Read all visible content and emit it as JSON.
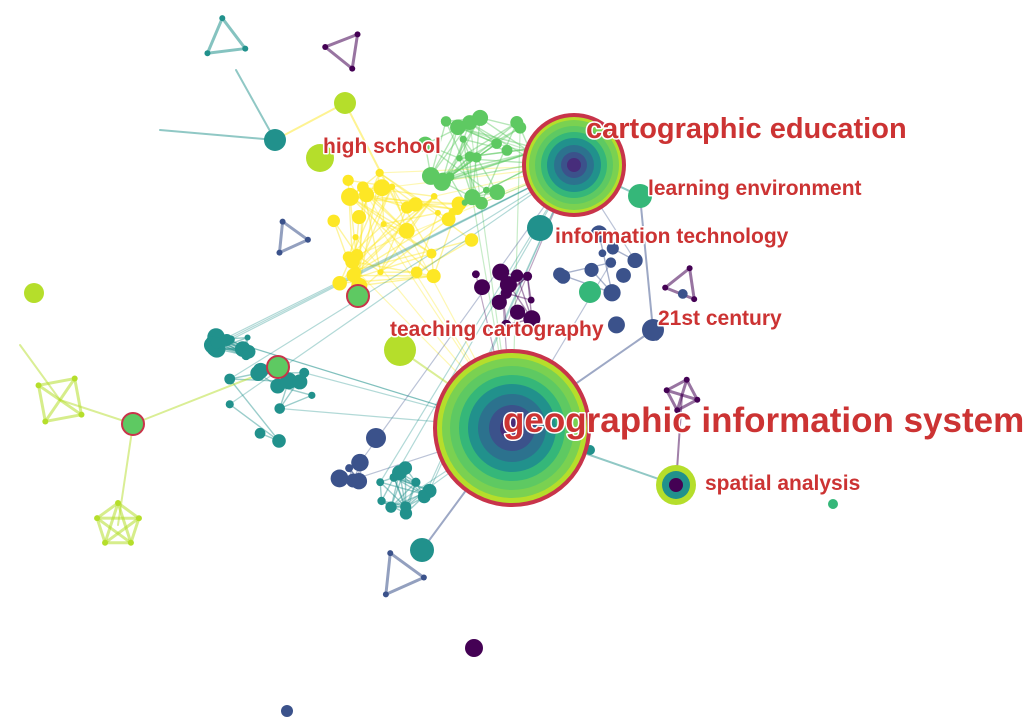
{
  "title": "",
  "colors": {
    "label": "#cc3333",
    "cluster_palette": [
      "#440154",
      "#3b528b",
      "#21918c",
      "#5ec962",
      "#b5de2b",
      "#fde725"
    ],
    "hub_ring": "#c8344a"
  },
  "keywords": {
    "cartographic_education": "cartographic education",
    "learning_environment": "learning environment",
    "information_technology": "information technology",
    "high_school": "high school",
    "twenty_first_century": "21st century",
    "teaching_cartography": "teaching cartography",
    "geographic_information_system": "geographic information system",
    "spatial_analysis": "spatial analysis"
  }
}
